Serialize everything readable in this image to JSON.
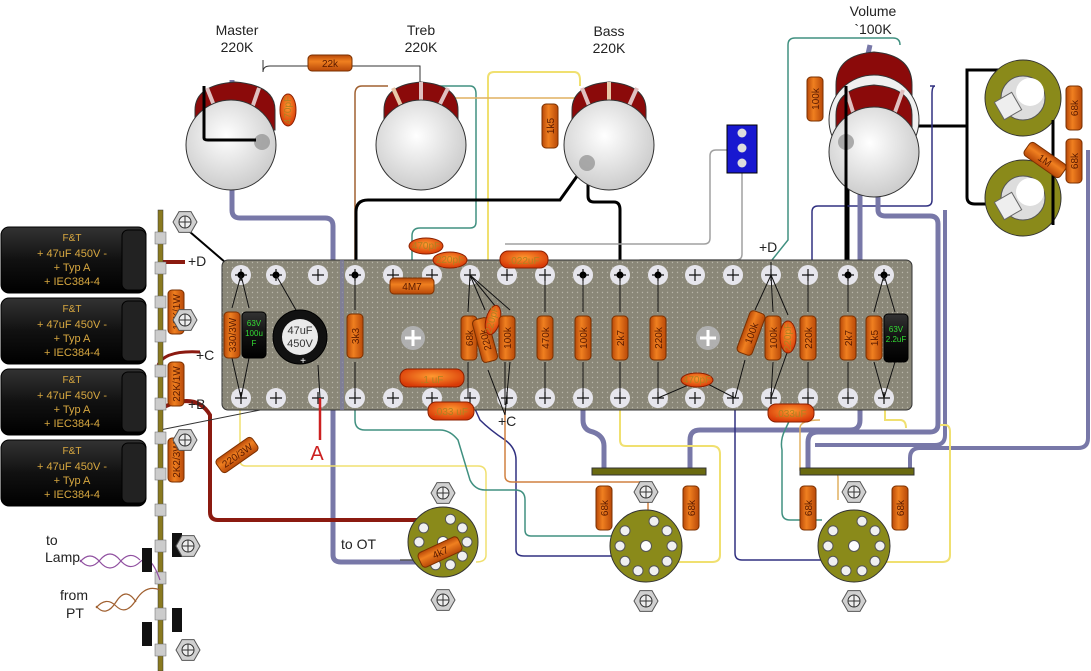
{
  "pots": {
    "master": {
      "name": "Master",
      "value": "220K"
    },
    "treble": {
      "name": "Treb",
      "value": "220K"
    },
    "bass": {
      "name": "Bass",
      "value": "220K"
    },
    "volume": {
      "name": "Volume",
      "value": "`100K"
    }
  },
  "pot_components": {
    "master_series": "22k",
    "master_cap": "470pF",
    "bass_resistor": "1k5",
    "volume_resistor": "100k"
  },
  "jacks": {
    "r_top": "68k",
    "r_bottom": "68k",
    "r_cross": "1M"
  },
  "filter_caps": [
    {
      "brand": "F&T",
      "rating": "47uF 450V",
      "type": "Typ A",
      "standard": "IEC384-4"
    },
    {
      "brand": "F&T",
      "rating": "47uF 450V",
      "type": "Typ A",
      "standard": "IEC384-4"
    },
    {
      "brand": "F&T",
      "rating": "47uF 450V",
      "type": "Typ A",
      "standard": "IEC384-4"
    },
    {
      "brand": "F&T",
      "rating": "47uF 450V",
      "type": "Typ A",
      "standard": "IEC384-4"
    }
  ],
  "power_strip": {
    "r1": "10K/1W",
    "r2": "22K/1W",
    "r3": "2K2/3W",
    "r4": "220/3W",
    "node_d": "+D",
    "node_c": "+C",
    "node_b": "+B",
    "label_lamp": [
      "to",
      "Lamp"
    ],
    "label_pt": [
      "from",
      "PT"
    ]
  },
  "board": {
    "r_330": "330/3W",
    "cap_small_left": [
      "63V",
      "100u",
      "F"
    ],
    "cap_big": [
      "47uF",
      "450V"
    ],
    "r_3k3": "3k3",
    "r_4m7": "4M7",
    "c_470pf": "470pF",
    "c_220pf": "220pF",
    "c_022": ".022uF",
    "r_68k": "68k",
    "r_220k_a": "220k",
    "c_220pf_b": "220pF",
    "r_100k_a": "100k",
    "r_470k": "470k",
    "r_100k_b": "100k",
    "r_2k7_a": "2k7",
    "r_220k_b": "220k",
    "c_1uf": ".1 uF",
    "c_033a": ".033 uF",
    "c_470pf_b": "470pF",
    "r_100k_c": "100k",
    "r_100k_d": "100k",
    "c_220pf_c": "220pF",
    "r_220k_c": "220k",
    "r_2k7_b": "2k7",
    "r_1k5": "1k5",
    "cap_small_right": [
      "63V",
      "2.2uF"
    ],
    "c_033b": ".033uF",
    "node_d": "+D",
    "node_c": "+C",
    "marker_a": "A"
  },
  "sockets": {
    "power_tube_label": "to OT",
    "power_tube_resistor": "4k7",
    "preamp1_r_left": "68k",
    "preamp1_r_right": "68k",
    "preamp2_r_left": "68k",
    "preamp2_r_right": "68k"
  },
  "colors": {
    "board": "#8a8778",
    "resistor": "#e06a10",
    "capacitor": "#e85010",
    "pot_knob": "#e8e8e8",
    "pot_lug": "#8b0a0a",
    "shielded_wire": "#7878a8",
    "hv_wire": "#8b1a10",
    "strip": "#8a7a20",
    "socket": "#8a8a1a"
  }
}
